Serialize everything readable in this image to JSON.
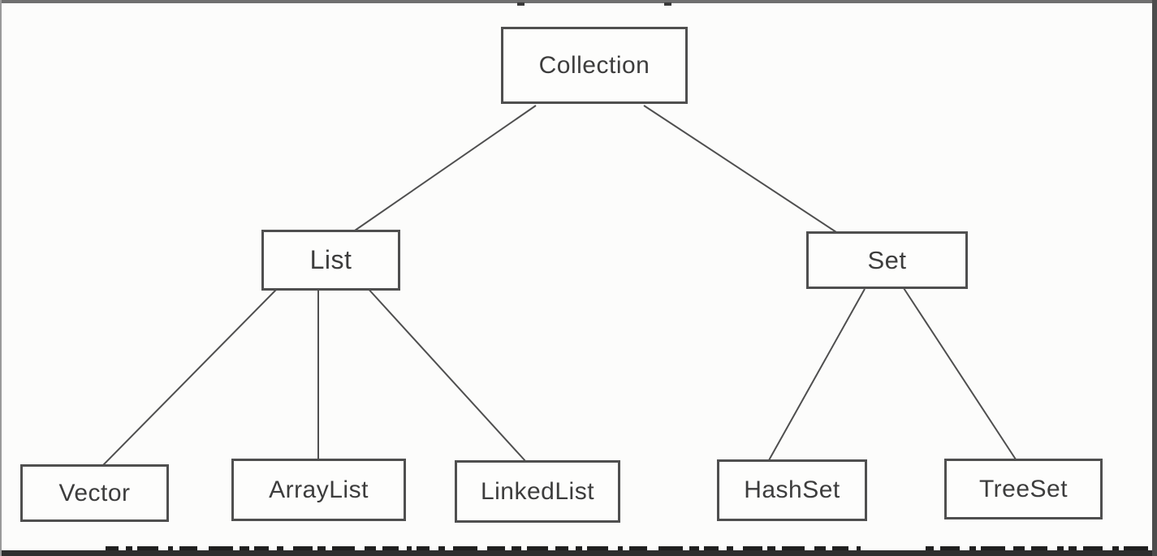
{
  "diagram": {
    "type": "hierarchy-tree",
    "subject": "Java Collection framework hierarchy",
    "nodes": {
      "collection": {
        "label": "Collection"
      },
      "list": {
        "label": "List"
      },
      "set": {
        "label": "Set"
      },
      "vector": {
        "label": "Vector"
      },
      "arraylist": {
        "label": "ArrayList"
      },
      "linkedlist": {
        "label": "LinkedList"
      },
      "hashset": {
        "label": "HashSet"
      },
      "treeset": {
        "label": "TreeSet"
      }
    },
    "edges": [
      {
        "from": "Collection",
        "to": "List"
      },
      {
        "from": "Collection",
        "to": "Set"
      },
      {
        "from": "List",
        "to": "Vector"
      },
      {
        "from": "List",
        "to": "ArrayList"
      },
      {
        "from": "List",
        "to": "LinkedList"
      },
      {
        "from": "Set",
        "to": "HashSet"
      },
      {
        "from": "Set",
        "to": "TreeSet"
      }
    ],
    "colors": {
      "background": "#fcfcfb",
      "box_border": "#4f4f4f",
      "text": "#3d3d3d",
      "connector": "#4f4f4f",
      "frame_top": "#6f6f6f",
      "frame_right": "#4c4c4c",
      "frame_bottom": "#2e2e2e"
    }
  }
}
